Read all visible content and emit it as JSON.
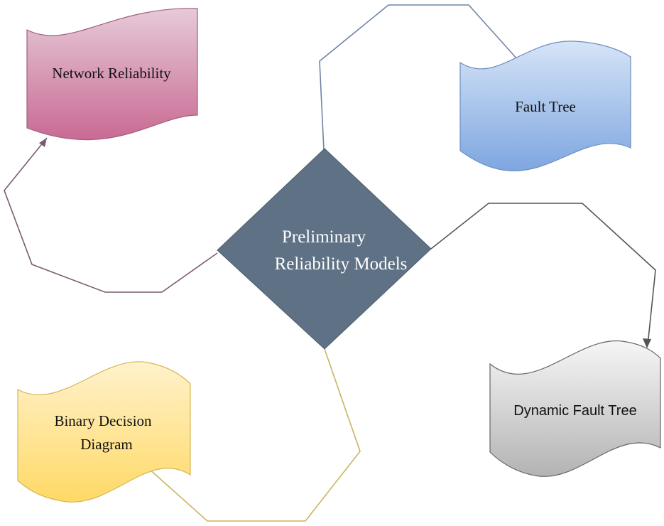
{
  "diagram": {
    "center": {
      "line1": "Preliminary",
      "line2": "Reliability Models",
      "fill": "#5f7285",
      "text_color": "#ffffff"
    },
    "nodes": {
      "network_reliability": {
        "label": "Network Reliability",
        "gradient_top": "#e6cad9",
        "gradient_bottom": "#c96a93",
        "stroke": "#a15d7d"
      },
      "fault_tree": {
        "label": "Fault Tree",
        "gradient_top": "#d6e4f7",
        "gradient_bottom": "#7ea6e0",
        "stroke": "#6c8ebf"
      },
      "dynamic_fault_tree": {
        "label": "Dynamic Fault Tree",
        "gradient_top": "#f6f6f6",
        "gradient_bottom": "#b3b3b3",
        "stroke": "#666666"
      },
      "binary_decision_diagram": {
        "line1": "Binary Decision",
        "line2": "Diagram",
        "gradient_top": "#fff2cc",
        "gradient_bottom": "#ffd966",
        "stroke": "#d6b656"
      }
    },
    "connectors": {
      "to_network_reliability": "#7a5a73",
      "to_fault_tree": "#6e84a6",
      "to_dynamic_fault_tree": "#555555",
      "to_binary_decision_diagram": "#c9b45e"
    }
  }
}
